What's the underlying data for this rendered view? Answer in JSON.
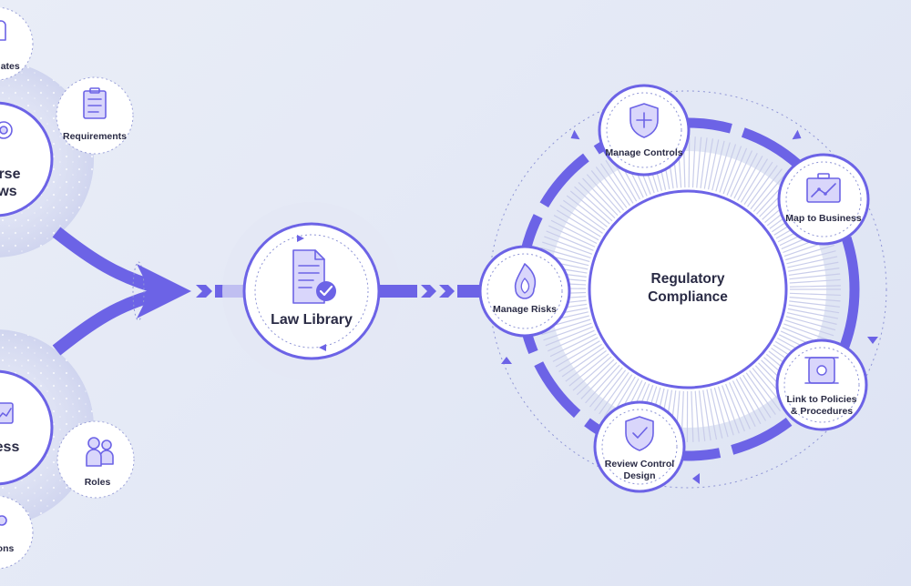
{
  "left_cluster": {
    "top_partial_label_line1": "erse",
    "top_partial_label_line2": "ws",
    "top_updates_label": "dates",
    "requirements_label": "Requirements",
    "bottom_partial_label": "ess",
    "roles_label": "Roles",
    "bottom_small_label": "ons"
  },
  "law_library": {
    "label": "Law Library"
  },
  "compliance_cycle": {
    "center_line1": "Regulatory",
    "center_line2": "Compliance",
    "manage_risks": "Manage Risks",
    "manage_controls": "Manage Controls",
    "map_to_business": "Map to Business",
    "link_policies_line1": "Link to Policies",
    "link_policies_line2": "& Procedures",
    "review_design_line1": "Review Control",
    "review_design_line2": "Design"
  },
  "colors": {
    "accent": "#6c63e6",
    "dark_text": "#2a2b45",
    "halo": "#cfd3ee",
    "node_fill": "#ffffff"
  }
}
